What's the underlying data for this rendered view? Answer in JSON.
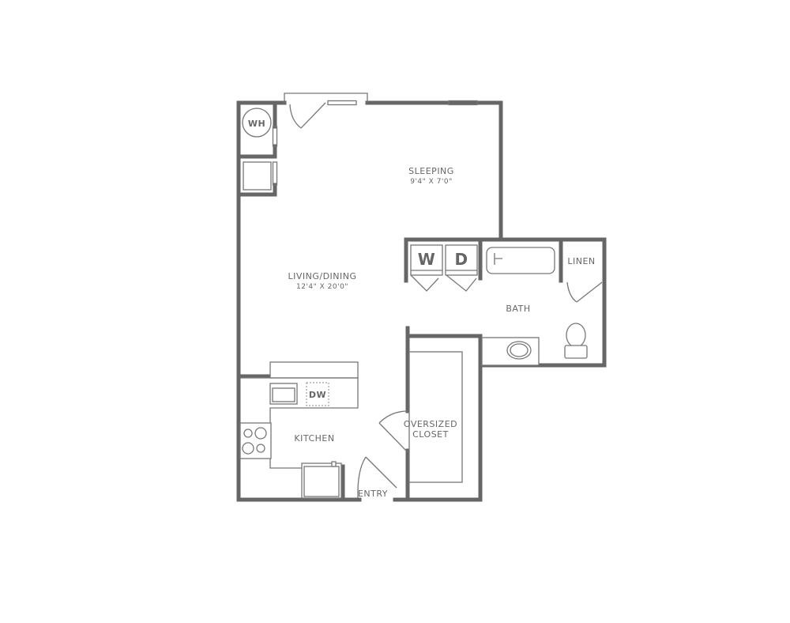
{
  "rooms": {
    "sleeping": {
      "name": "SLEEPING",
      "dims": "9'4\" X 7'0\""
    },
    "living": {
      "name": "LIVING/DINING",
      "dims": "12'4\" X 20'0\""
    },
    "bath": {
      "name": "BATH"
    },
    "linen": {
      "name": "LINEN"
    },
    "kitchen": {
      "name": "KITCHEN"
    },
    "closet": {
      "line1": "OVERSIZED",
      "line2": "CLOSET"
    },
    "entry": {
      "name": "ENTRY"
    }
  },
  "appliances": {
    "water_heater": "WH",
    "washer": "W",
    "dryer": "D",
    "dishwasher": "DW"
  },
  "colors": {
    "wall": "#666666",
    "text": "#666666"
  }
}
